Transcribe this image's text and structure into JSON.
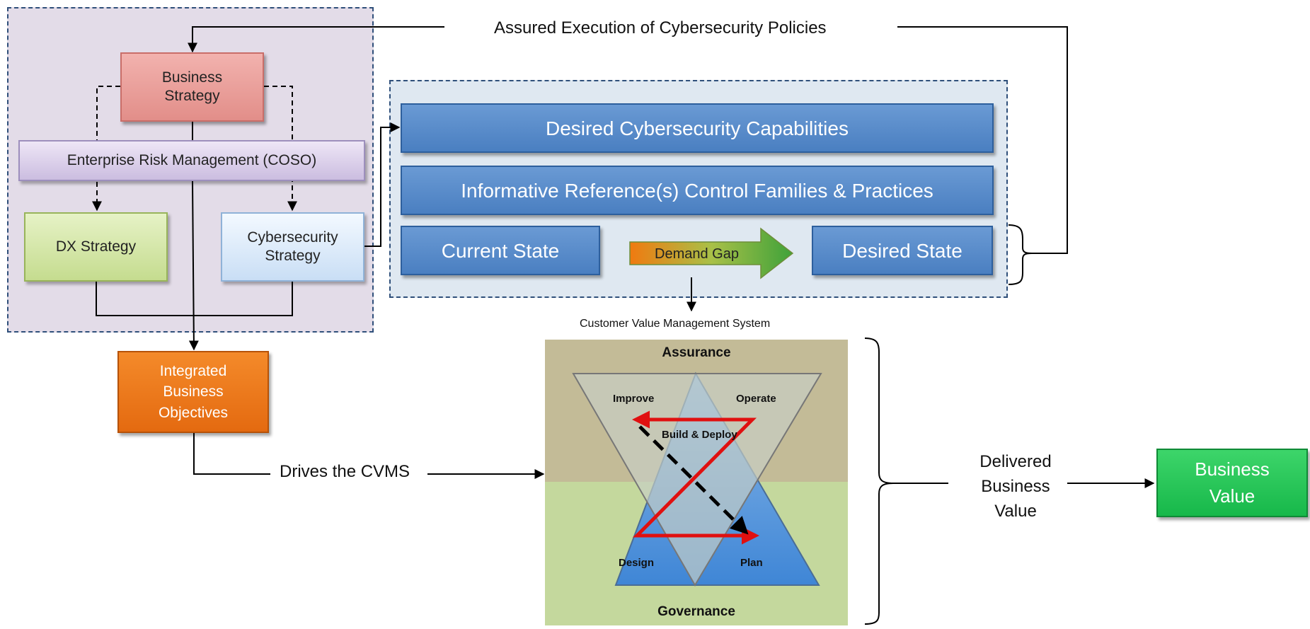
{
  "boxes": {
    "business_strategy": "Business Strategy",
    "erm": "Enterprise Risk Management (COSO)",
    "dx_strategy": "DX Strategy",
    "cybersecurity_strategy": "Cybersecurity Strategy",
    "integrated_objectives": "Integrated Business Objectives",
    "desired_capabilities": "Desired Cybersecurity Capabilities",
    "informative_references": "Informative Reference(s) Control Families & Practices",
    "current_state": "Current State",
    "demand_gap": "Demand Gap",
    "desired_state": "Desired State",
    "business_value": "Business Value"
  },
  "labels": {
    "assured_execution": "Assured Execution of Cybersecurity Policies",
    "drives_cvms": "Drives the CVMS",
    "delivered_value": "Delivered Business Value"
  },
  "cvms": {
    "title": "Customer Value Management System",
    "assurance": "Assurance",
    "governance": "Governance",
    "improve": "Improve",
    "operate": "Operate",
    "build_deploy": "Build & Deploy",
    "design": "Design",
    "plan": "Plan"
  },
  "colors": {
    "business_strategy": "#e8a29e",
    "erm": "#d9cfea",
    "dx_strategy": "#d5e8a9",
    "cybersecurity_strategy": "#dbe9fa",
    "integrated_objectives": "#ec7a1c",
    "blue_boxes": "#4f81bd",
    "business_value": "#22c55a",
    "left_panel": "#e3dce8",
    "right_panel": "#dfe8f1",
    "assurance_band": "#c3bb97",
    "governance_band": "#c4d89d",
    "zigzag_arrow": "#e01010"
  }
}
